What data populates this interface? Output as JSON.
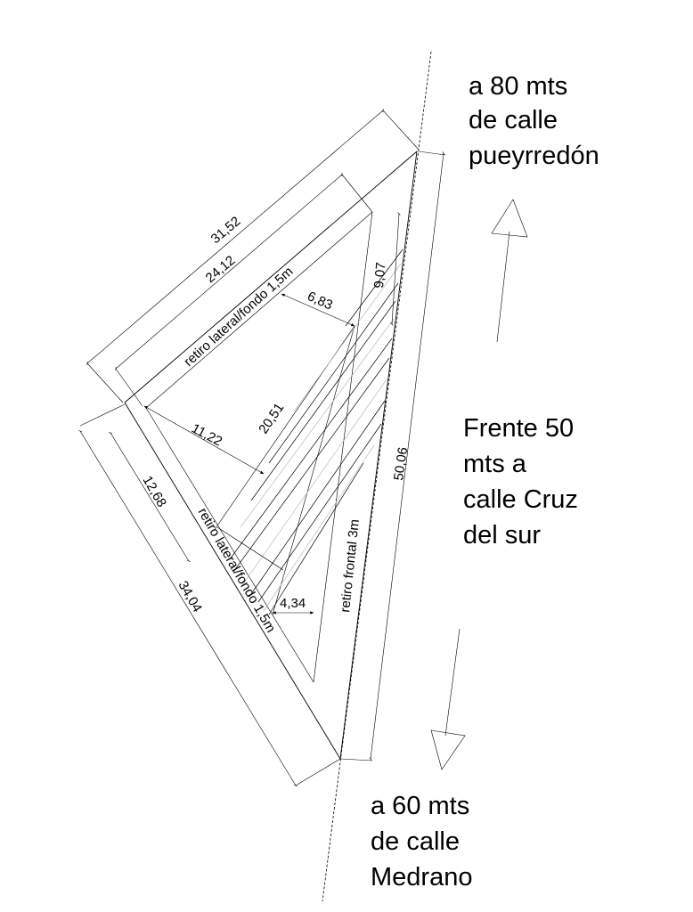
{
  "notes": {
    "top": [
      "a 80 mts",
      "de calle",
      "pueyrredón"
    ],
    "right": [
      "Frente 50",
      "mts a",
      "calle Cruz",
      "del sur"
    ],
    "bottom": [
      "a 60 mts",
      "de calle",
      "Medrano"
    ]
  },
  "dimensions": {
    "d3152": "31,52",
    "d2412": "24,12",
    "d907": "9,07",
    "d683": "6,83",
    "d2051": "20,51",
    "d1122": "11,22",
    "d1268": "12,68",
    "d3404": "34,04",
    "d5006": "50,06",
    "d434": "4,34"
  },
  "labels": {
    "retiro_lateral_top": "retiro lateral/fondo 1,5m",
    "retiro_lateral_bottom": "retiro lateral/fondo 1,5m",
    "retiro_frontal": "retiro frontal 3m"
  }
}
